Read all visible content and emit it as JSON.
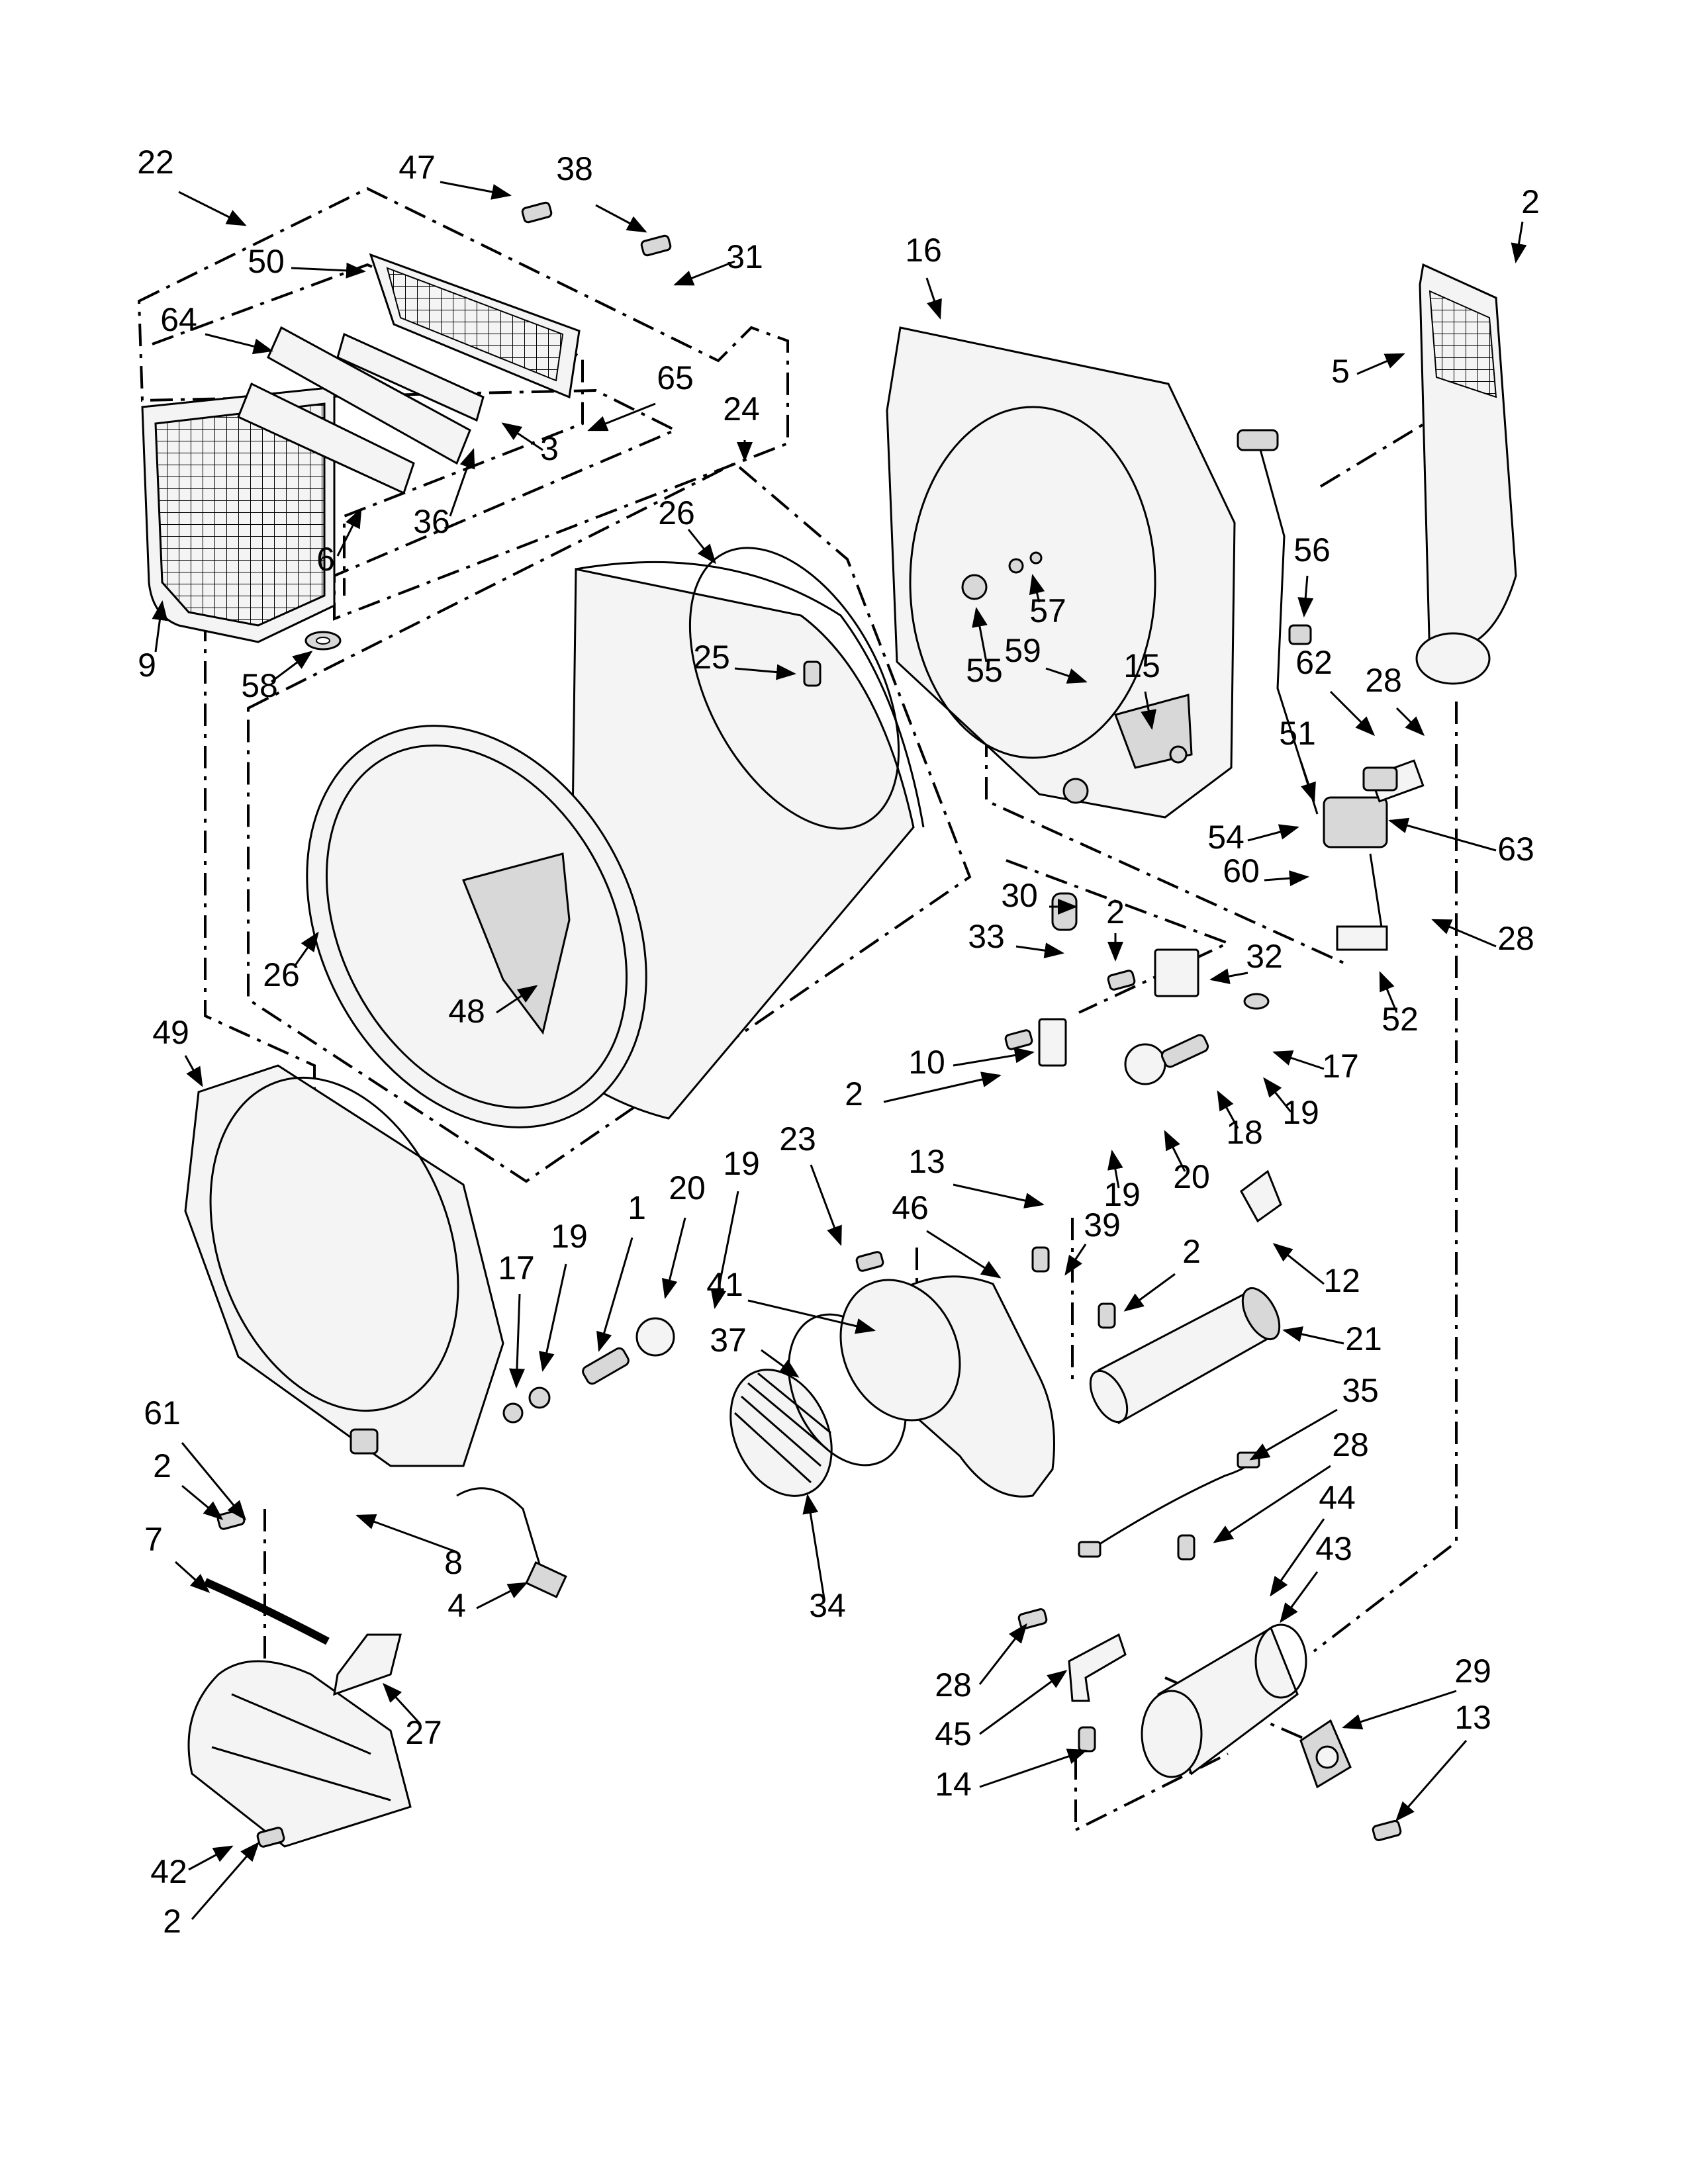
{
  "callouts": [
    "22",
    "47",
    "38",
    "50",
    "31",
    "64",
    "65",
    "3",
    "36",
    "6",
    "9",
    "58",
    "24",
    "26",
    "25",
    "26",
    "48",
    "16",
    "5",
    "2",
    "55",
    "59",
    "57",
    "15",
    "56",
    "62",
    "28",
    "51",
    "54",
    "63",
    "60",
    "28",
    "52",
    "30",
    "2",
    "33",
    "32",
    "10",
    "2",
    "17",
    "19",
    "18",
    "20",
    "19",
    "49",
    "23",
    "13",
    "46",
    "39",
    "41",
    "37",
    "20",
    "19",
    "1",
    "19",
    "17",
    "2",
    "12",
    "21",
    "35",
    "28",
    "44",
    "43",
    "61",
    "2",
    "7",
    "8",
    "4",
    "34",
    "27",
    "28",
    "45",
    "14",
    "29",
    "13",
    "42",
    "2"
  ]
}
